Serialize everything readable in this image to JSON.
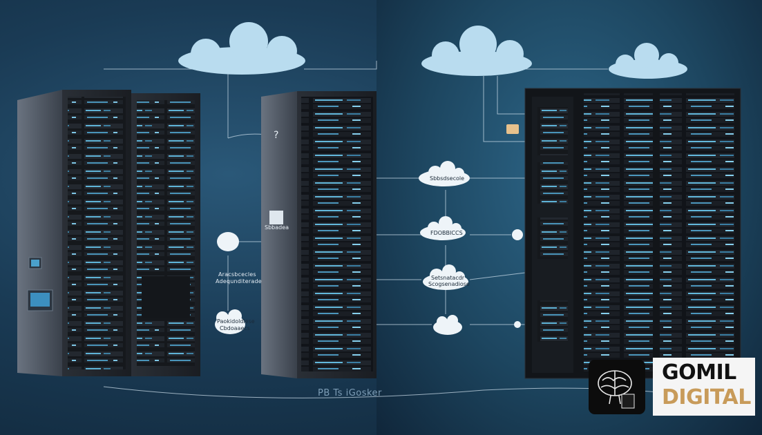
{
  "labels": {
    "query": "?",
    "server_chip": "Sbbadea",
    "cloud_node_1": "Sbbsdsecole",
    "cloud_node_2": "FDOBBICCS",
    "cloud_node_3_line1": "Setsnatacdr",
    "cloud_node_3_line2": "Scogsenadiose",
    "left_annotation_line1": "Aracsbcecles",
    "left_annotation_line2": "Adequnditerade",
    "left_bubble_line1": "Paokidoldlese",
    "left_bubble_line2": "Cbdoaaecs",
    "caption": "PB Ts iGosker"
  },
  "logo": {
    "word1": "GOMIL",
    "word2": "DIGITAL",
    "word1_color": "#111111",
    "word2_color": "#c89b5a"
  },
  "colors": {
    "background": "#1a3b55",
    "rack": "#1c1f24",
    "led_accent": "#5fb4d8",
    "cloud": "#b9dcef"
  }
}
